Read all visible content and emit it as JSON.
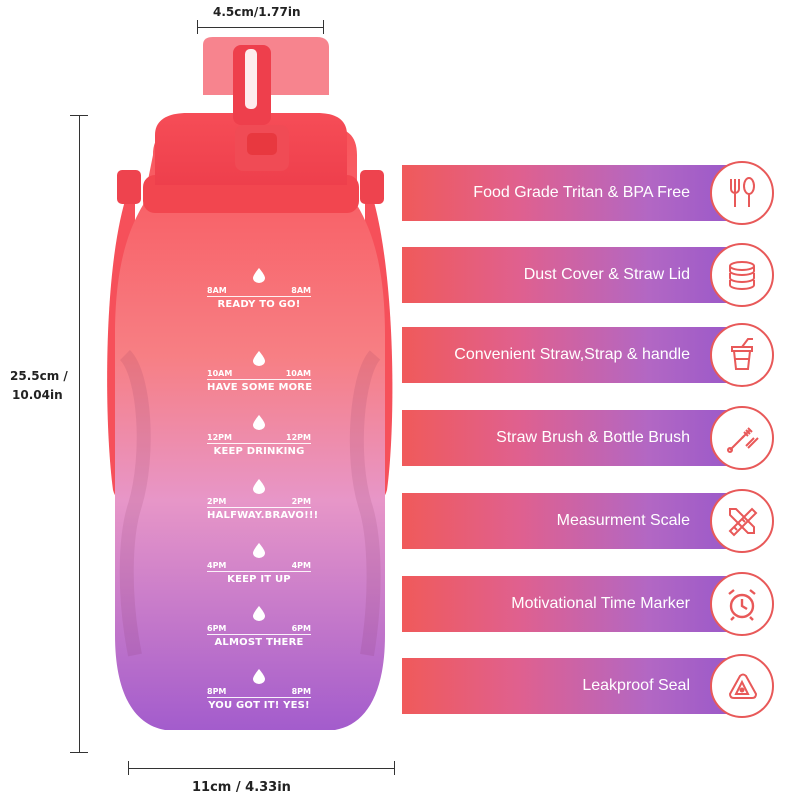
{
  "dimensions": {
    "top_width": "4.5cm/1.77in",
    "height_cm": "25.5cm /",
    "height_in": "10.04in",
    "bottom_width": "11cm / 4.33in"
  },
  "bottle_markings": [
    {
      "time_left": "8AM",
      "time_right": "8AM",
      "phrase": "READY TO GO!"
    },
    {
      "time_left": "10AM",
      "time_right": "10AM",
      "phrase": "HAVE SOME MORE"
    },
    {
      "time_left": "12PM",
      "time_right": "12PM",
      "phrase": "KEEP DRINKING"
    },
    {
      "time_left": "2PM",
      "time_right": "2PM",
      "phrase": "HALFWAY.BRAVO!!!"
    },
    {
      "time_left": "4PM",
      "time_right": "4PM",
      "phrase": "KEEP  IT  UP"
    },
    {
      "time_left": "6PM",
      "time_right": "6PM",
      "phrase": "ALMOST  THERE"
    },
    {
      "time_left": "8PM",
      "time_right": "8PM",
      "phrase": "YOU GOT IT! YES!"
    }
  ],
  "features": [
    {
      "label": "Food Grade Tritan & BPA Free",
      "icon": "utensils-icon"
    },
    {
      "label": "Dust Cover & Straw Lid",
      "icon": "lid-stack-icon"
    },
    {
      "label": "Convenient Straw,Strap & handle",
      "icon": "cup-straw-icon"
    },
    {
      "label": "Straw Brush & Bottle Brush",
      "icon": "brush-icon"
    },
    {
      "label": "Measurment Scale",
      "icon": "ruler-pencil-icon"
    },
    {
      "label": "Motivational Time Marker",
      "icon": "alarm-clock-icon"
    },
    {
      "label": "Leakproof Seal",
      "icon": "seal-icon"
    }
  ],
  "colors": {
    "accent_red": "#e85959",
    "bottle_top": "#f25a62",
    "bottle_bottom": "#a35ccc"
  }
}
